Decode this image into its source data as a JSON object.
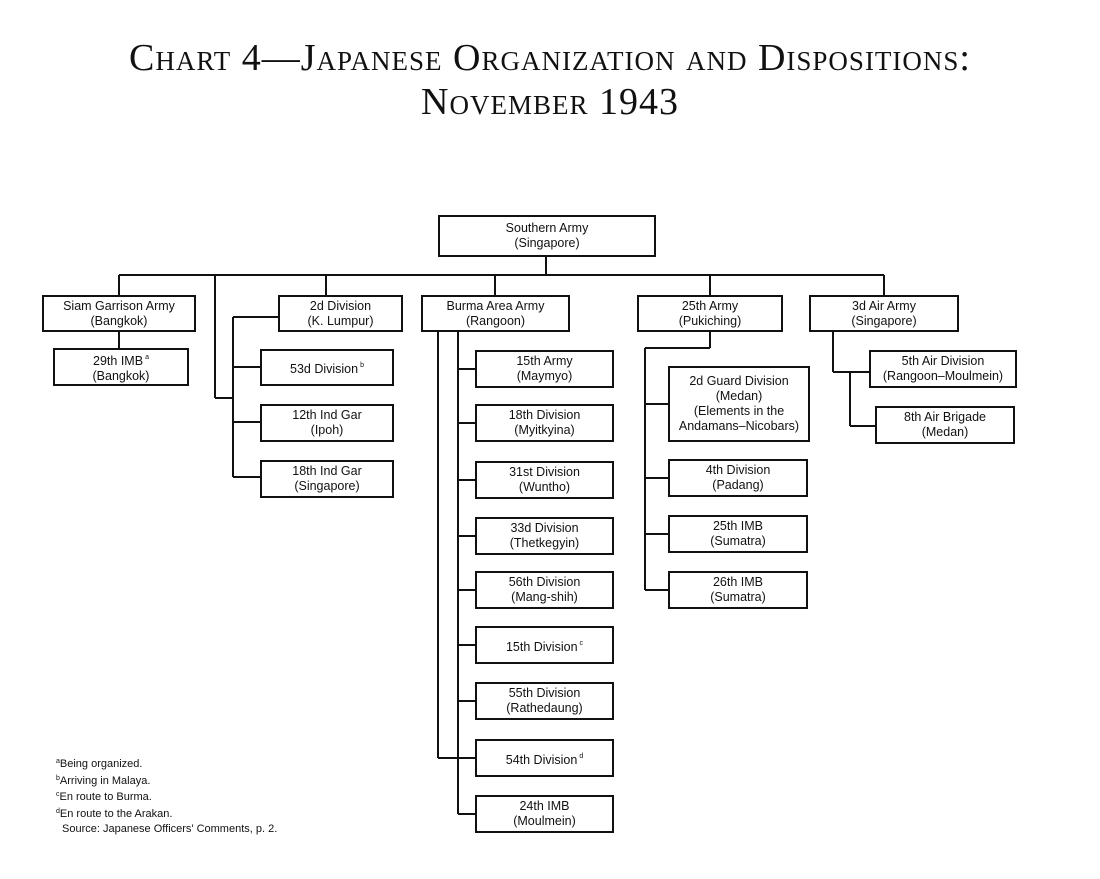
{
  "title": {
    "line1": "Chart 4—Japanese Organization and Dispositions:",
    "line2": "November 1943"
  },
  "nodes": {
    "southern_army": {
      "name": "Southern Army",
      "loc": "(Singapore)"
    },
    "siam_garrison_army": {
      "name": "Siam Garrison Army",
      "loc": "(Bangkok)"
    },
    "imb_29": {
      "name": "29th IMB",
      "mark": "a",
      "loc": "(Bangkok)"
    },
    "div_2": {
      "name": "2d Division",
      "loc": "(K. Lumpur)"
    },
    "div_53": {
      "name": "53d Division",
      "mark": "b"
    },
    "ind_gar_12": {
      "name": "12th Ind Gar",
      "loc": "(Ipoh)"
    },
    "ind_gar_18": {
      "name": "18th Ind Gar",
      "loc": "(Singapore)"
    },
    "burma_area_army": {
      "name": "Burma Area Army",
      "loc": "(Rangoon)"
    },
    "army_15": {
      "name": "15th Army",
      "loc": "(Maymyo)"
    },
    "div_18": {
      "name": "18th Division",
      "loc": "(Myitkyina)"
    },
    "div_31": {
      "name": "31st Division",
      "loc": "(Wuntho)"
    },
    "div_33": {
      "name": "33d Division",
      "loc": "(Thetkegyin)"
    },
    "div_56": {
      "name": "56th Division",
      "loc": "(Mang-shih)"
    },
    "div_15": {
      "name": "15th Division",
      "mark": "c"
    },
    "div_55": {
      "name": "55th Division",
      "loc": "(Rathedaung)"
    },
    "div_54": {
      "name": "54th Division",
      "mark": "d"
    },
    "imb_24": {
      "name": "24th IMB",
      "loc": "(Moulmein)"
    },
    "army_25": {
      "name": "25th Army",
      "loc": "(Pukiching)"
    },
    "guard_div_2": {
      "name": "2d Guard Division",
      "loc": "(Medan)",
      "extra1": "(Elements in the",
      "extra2": "Andamans–Nicobars)"
    },
    "div_4": {
      "name": "4th Division",
      "loc": "(Padang)"
    },
    "imb_25": {
      "name": "25th IMB",
      "loc": "(Sumatra)"
    },
    "imb_26": {
      "name": "26th IMB",
      "loc": "(Sumatra)"
    },
    "air_army_3": {
      "name": "3d Air Army",
      "loc": "(Singapore)"
    },
    "air_div_5": {
      "name": "5th Air Division",
      "loc": "(Rangoon–Moulmein)"
    },
    "air_brigade_8": {
      "name": "8th Air Brigade",
      "loc": "(Medan)"
    }
  },
  "footnotes": [
    {
      "mark": "a",
      "text": "Being organized."
    },
    {
      "mark": "b",
      "text": "Arriving in Malaya."
    },
    {
      "mark": "c",
      "text": "En route to Burma."
    },
    {
      "mark": "d",
      "text": "En route to the Arakan."
    }
  ],
  "source": "Source: Japanese Officers' Comments, p. 2."
}
